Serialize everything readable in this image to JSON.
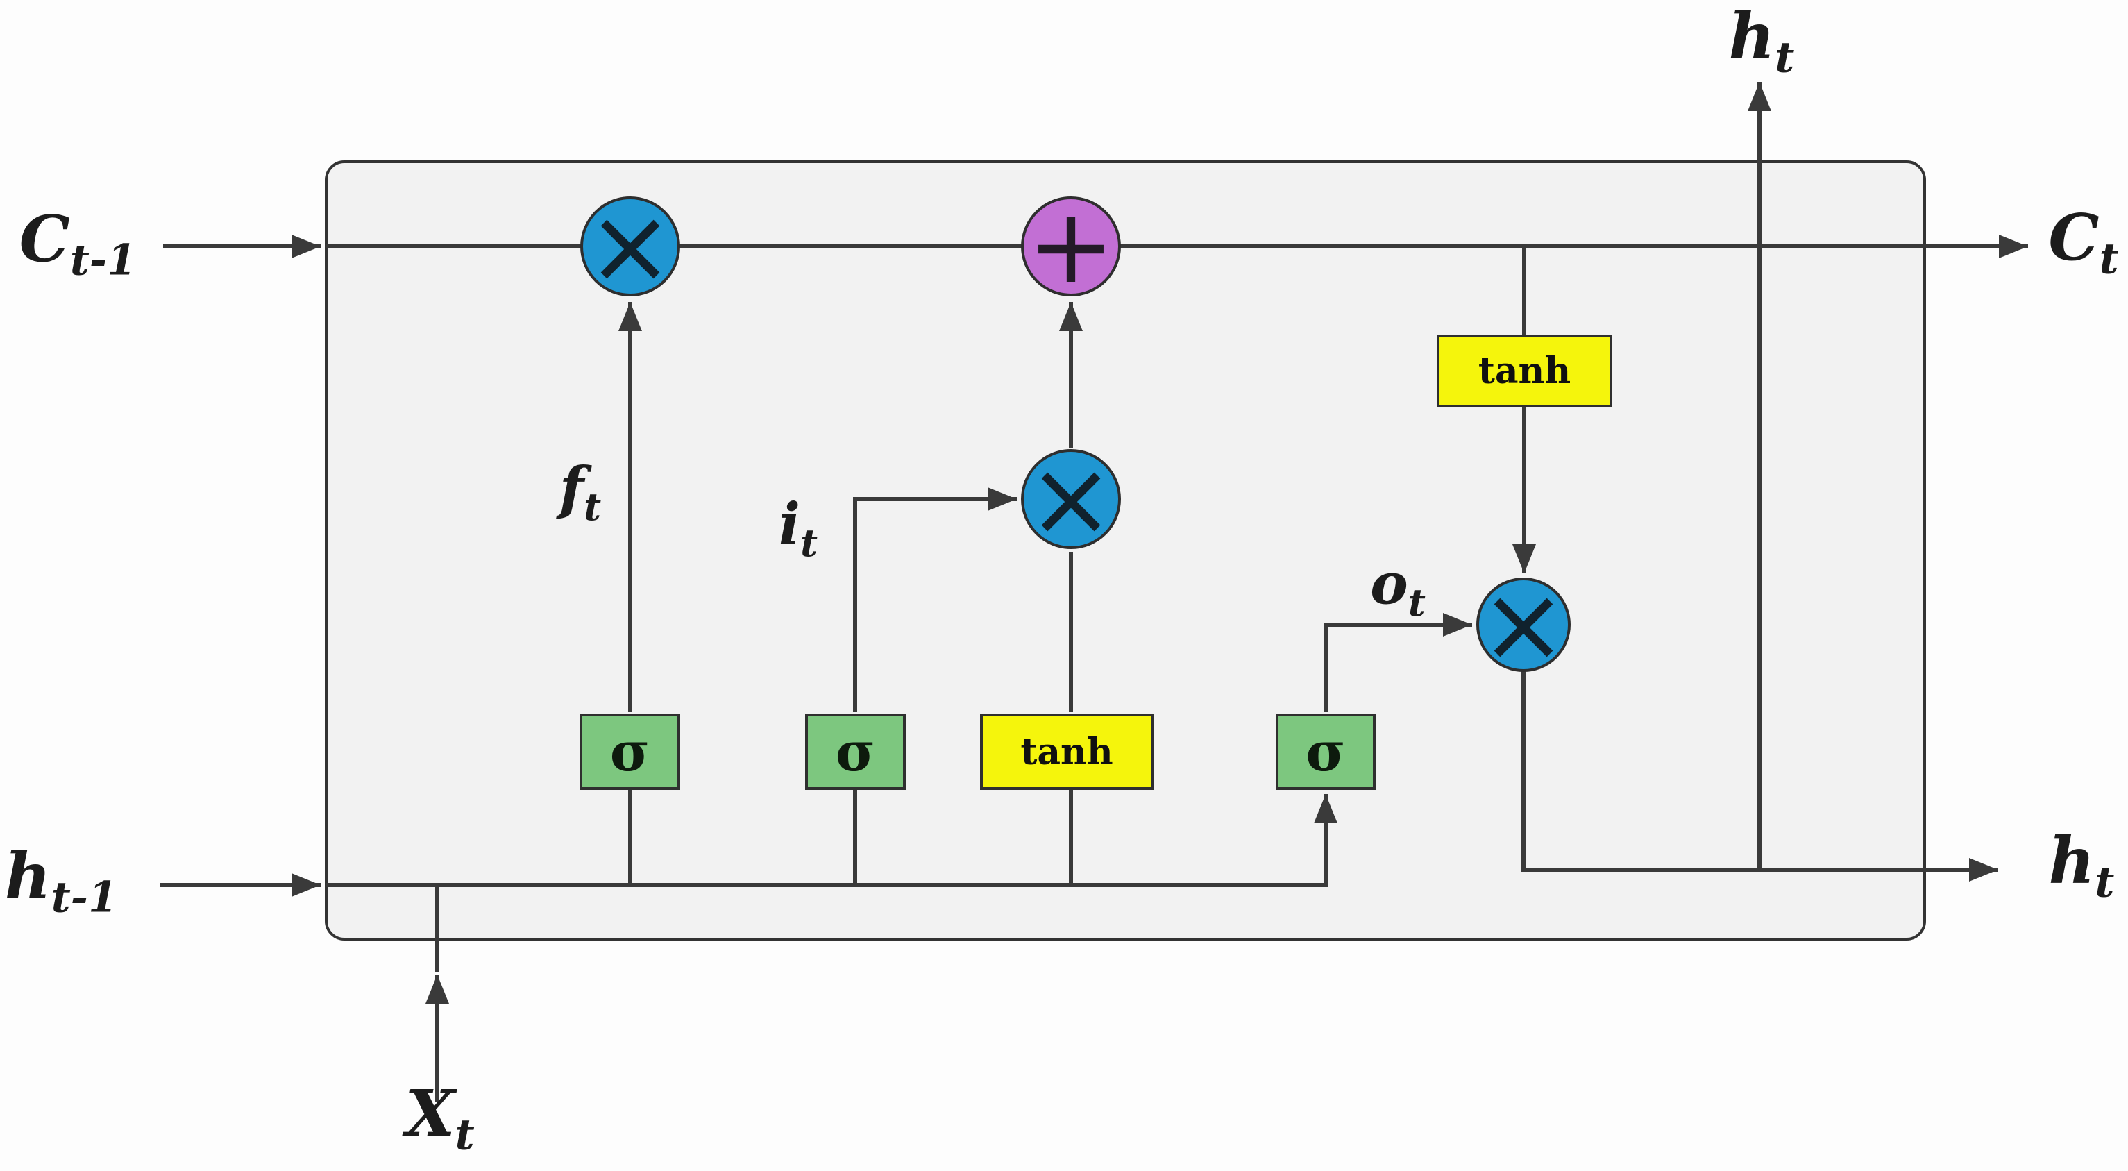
{
  "diagram": {
    "type": "lstm-cell-diagram",
    "colors": {
      "line": "#3a3a3a",
      "cell_fill": "#f2f2f2",
      "multiply": "#1f96d2",
      "add": "#c26fd4",
      "sigmoid": "#7dc77f",
      "tanh": "#f5f50c"
    },
    "nodes": {
      "forget_gate": "σ",
      "input_gate": "σ",
      "output_gate": "σ",
      "candidate_tanh": "tanh",
      "output_tanh": "tanh",
      "multiply_forget": "×",
      "multiply_input": "×",
      "multiply_output": "×",
      "add": "+"
    },
    "labels": {
      "cell_state_in": {
        "base": "C",
        "sub": "t-1"
      },
      "cell_state_out": {
        "base": "C",
        "sub": "t"
      },
      "hidden_state_in": {
        "base": "h",
        "sub": "t-1"
      },
      "hidden_state_out_right": {
        "base": "h",
        "sub": "t"
      },
      "hidden_state_out_top": {
        "base": "h",
        "sub": "t"
      },
      "input": {
        "base": "X",
        "sub": "t"
      },
      "forget_signal": {
        "base": "f",
        "sub": "t"
      },
      "input_signal": {
        "base": "i",
        "sub": "t"
      },
      "output_signal": {
        "base": "o",
        "sub": "t"
      }
    }
  }
}
